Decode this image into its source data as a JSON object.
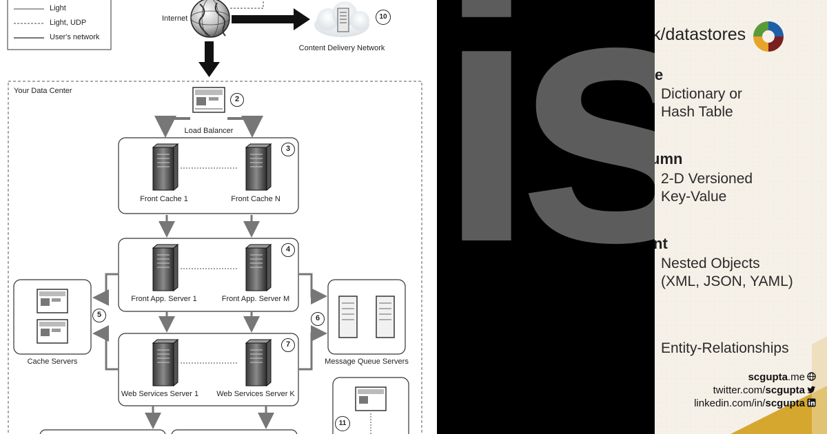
{
  "diagram": {
    "legend": [
      "Light",
      "Light, UDP",
      "User's network"
    ],
    "internet_label": "Internet",
    "cdn_label": "Content Delivery Network",
    "data_center_label": "Your Data Center",
    "load_balancer_label": "Load Balancer",
    "front_cache_1": "Front Cache 1",
    "front_cache_n": "Front Cache N",
    "front_app_1": "Front App. Server 1",
    "front_app_m": "Front App. Server M",
    "cache_servers": "Cache Servers",
    "message_queue": "Message Queue Servers",
    "web_services_1": "Web Services Server 1",
    "web_services_k": "Web Services Server K",
    "numbers": {
      "n2": "2",
      "n3": "3",
      "n4": "4",
      "n5": "5",
      "n6": "6",
      "n7": "7",
      "n10": "10",
      "n11": "11"
    }
  },
  "middle": {
    "big_word": "is"
  },
  "slide": {
    "title": "k/datastores",
    "sections": [
      {
        "heading": "e",
        "lines": [
          "Dictionary or",
          "Hash Table"
        ]
      },
      {
        "heading": "umn",
        "lines": [
          "2-D Versioned",
          "Key-Value"
        ]
      },
      {
        "heading": "nt",
        "lines": [
          "Nested Objects",
          "(XML, JSON, YAML)"
        ]
      },
      {
        "heading": "",
        "lines": [
          "Entity-Relationships"
        ]
      }
    ],
    "social": {
      "site_bold": "scgupta",
      "site_rest": ".me",
      "twitter_prefix": "twitter.com/",
      "twitter_handle": "scgupta",
      "linkedin_prefix": "linkedin.com/in/",
      "linkedin_handle": "scgupta"
    },
    "colors": {
      "logo_green": "#5a9a3a",
      "logo_blue": "#1f5fa8",
      "logo_orange": "#e7a42a",
      "logo_maroon": "#7a1f1f",
      "gold_accent": "#d6a72e"
    },
    "icons": [
      "globe-icon",
      "twitter-bird-icon",
      "linkedin-icon"
    ]
  }
}
